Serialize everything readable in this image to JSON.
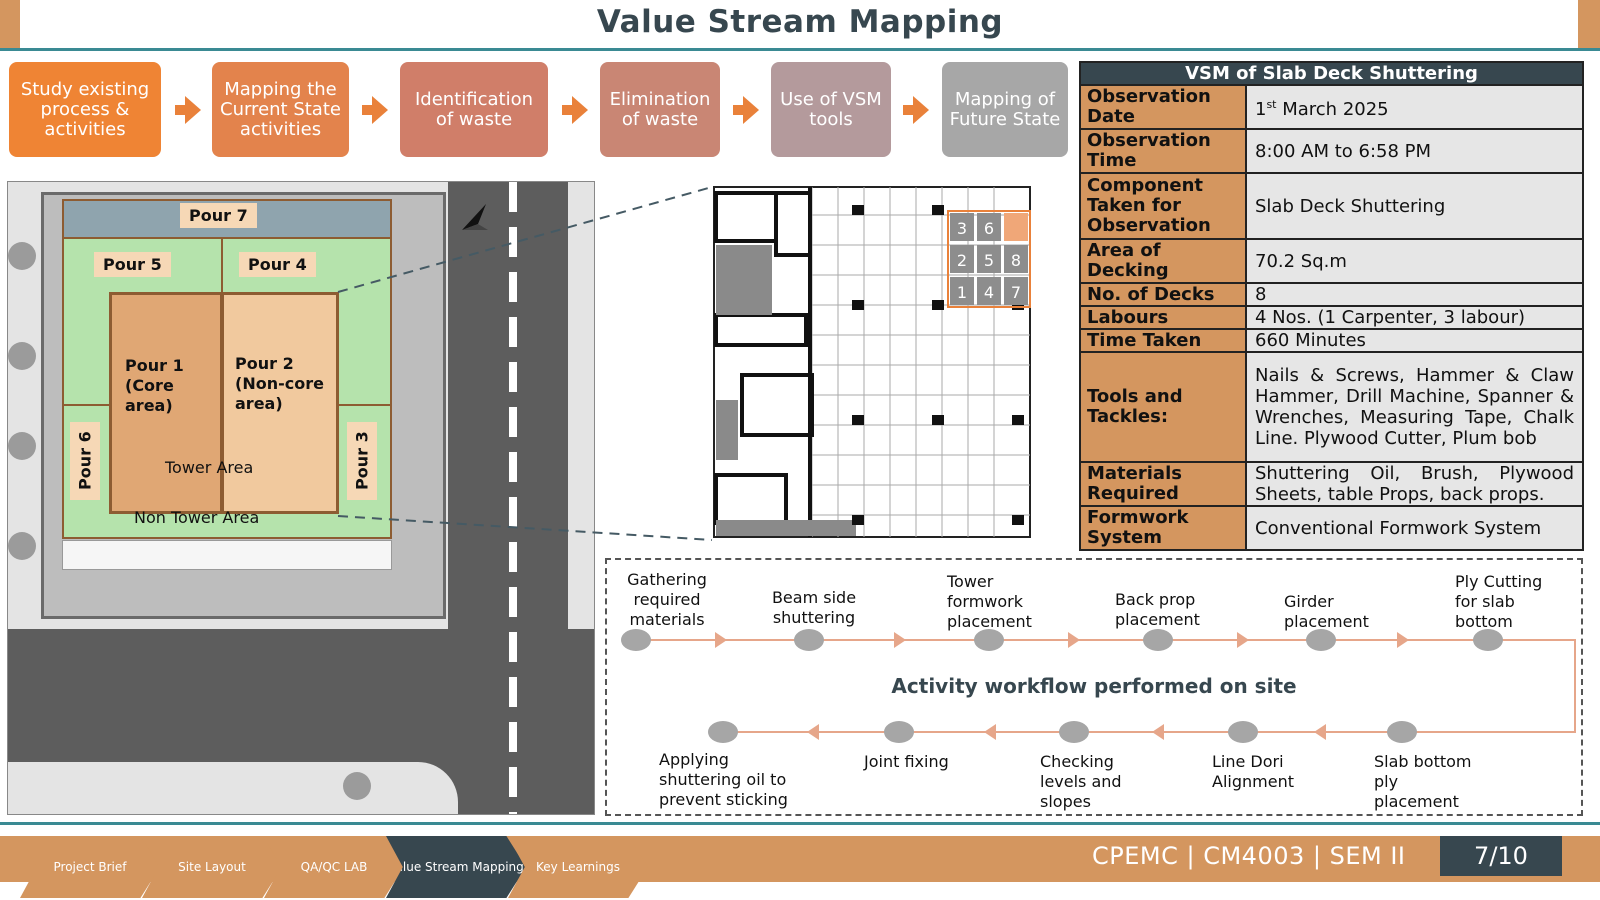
{
  "title": "Value Stream Mapping",
  "colors": {
    "teal": "#3a8a93",
    "accent": "#d4965f",
    "dark": "#37474f",
    "orange": "#e9813a"
  },
  "steps": [
    {
      "label": "Study existing process & activities",
      "color": "#ef8434"
    },
    {
      "label": "Mapping the Current State activities",
      "color": "#e3834c"
    },
    {
      "label": "Identification of waste",
      "color": "#d07e69"
    },
    {
      "label": "Elimination of waste",
      "color": "#c98674"
    },
    {
      "label": "Use of VSM tools",
      "color": "#b49a9c"
    },
    {
      "label": "Mapping of Future State",
      "color": "#a7a7a7"
    }
  ],
  "site_plan": {
    "pour7": "Pour 7",
    "pour5": "Pour 5",
    "pour4": "Pour 4",
    "pour1": "Pour 1 (Core area)",
    "pour2": "Pour 2 (Non-core area)",
    "pour6": "Pour 6",
    "pour3": "Pour 3",
    "tower_area": "Tower Area",
    "non_tower_area": "Non Tower Area"
  },
  "floor_plan": {
    "decks": [
      "3",
      "6",
      "",
      "2",
      "5",
      "8",
      "1",
      "4",
      "7"
    ]
  },
  "table": {
    "header": "VSM of Slab Deck Shuttering",
    "rows": [
      {
        "key": "Observation Date",
        "value_main": "1",
        "value_sup": "st",
        "value_rest": " March 2025"
      },
      {
        "key": "Observation Time",
        "value": "8:00 AM to 6:58 PM"
      },
      {
        "key": "Component Taken for Observation",
        "value": "Slab Deck Shuttering"
      },
      {
        "key": "Area of Decking",
        "value": "70.2 Sq.m"
      },
      {
        "key": "No. of Decks",
        "value": "8"
      },
      {
        "key": "Labours",
        "value": "4 Nos. (1 Carpenter, 3 labour)"
      },
      {
        "key": "Time Taken",
        "value": "660 Minutes"
      },
      {
        "key": "Tools and Tackles:",
        "value": "Nails & Screws, Hammer & Claw Hammer, Drill Machine, Spanner & Wrenches, Measuring Tape, Chalk Line. Plywood Cutter, Plum bob"
      },
      {
        "key": "Materials Required",
        "value": "Shuttering Oil, Brush, Plywood Sheets, table Props, back props."
      },
      {
        "key": "Formwork System",
        "value": "Conventional Formwork System"
      }
    ]
  },
  "workflow": {
    "title": "Activity workflow performed on site",
    "top": [
      "Gathering required materials",
      "Beam side shuttering",
      "Tower formwork placement",
      "Back prop placement",
      "Girder placement",
      "Ply Cutting for slab bottom"
    ],
    "bottom": [
      "Applying shuttering oil to prevent sticking",
      "Joint fixing",
      "Checking levels and slopes",
      "Line Dori Alignment",
      "Slab bottom ply placement"
    ]
  },
  "footer": {
    "tabs": [
      "Project Brief",
      "Site Layout",
      "QA/QC LAB",
      "Value Stream Mapping",
      "Key Learnings"
    ],
    "active_tab": "Value Stream Mapping",
    "course": "CPEMC | CM4003 | SEM II",
    "page": "7/10"
  }
}
